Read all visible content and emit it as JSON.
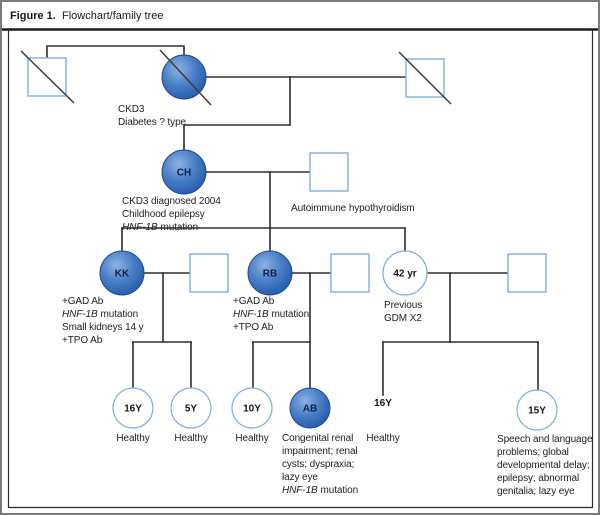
{
  "figure": {
    "label": "Figure 1.",
    "title": "Flowchart/family tree"
  },
  "colors": {
    "line": "#2e2e2e",
    "outline": "#7fafdd",
    "text": "#1f1f1f",
    "symbol_text": "#0e2050",
    "affected_light": "#8db2e2",
    "affected_mid": "#4a7fc6",
    "affected_edge": "#1f55a4",
    "affected_stroke": "#1c4c97"
  },
  "people": {
    "g1_mother": {
      "affected": true,
      "deceased": true,
      "notes": {
        "l1": "CKD3",
        "l2": "Diabetes ? type"
      }
    },
    "g1_father_left": {
      "deceased": true
    },
    "g1_father_right": {
      "deceased": true
    },
    "ch": {
      "initials": "CH",
      "affected": true,
      "notes": {
        "l1": "CKD3 diagnosed 2004",
        "l2": "Childhood epilepsy",
        "l3_gene": "HNF-1B",
        "l3_rest": "mutation"
      }
    },
    "ch_husband": {
      "notes": {
        "l1": "Autoimmune hypothyroidism"
      }
    },
    "kk": {
      "initials": "KK",
      "affected": true,
      "notes": {
        "l1": "+GAD Ab",
        "l2_gene": "HNF-1B",
        "l2_rest": "mutation",
        "l3": "Small kidneys 14 y",
        "l4": "+TPO Ab"
      }
    },
    "rb": {
      "initials": "RB",
      "affected": true,
      "notes": {
        "l1": "+GAD Ab",
        "l2_gene": "HNF-1B",
        "l2_rest": "mutation",
        "l3": "+TPO Ab"
      }
    },
    "sister42": {
      "initials": "42 yr",
      "notes": {
        "l1": "Previous",
        "l2": "GDM X2"
      }
    },
    "kk_d16": {
      "initials": "16Y",
      "notes": {
        "l1": "Healthy"
      }
    },
    "kk_d5": {
      "initials": "5Y",
      "notes": {
        "l1": "Healthy"
      }
    },
    "rb_d10": {
      "initials": "10Y",
      "notes": {
        "l1": "Healthy"
      }
    },
    "rb_ab": {
      "initials": "AB",
      "affected": true,
      "notes": {
        "l1": "Congenital renal",
        "l2": "impairment; renal",
        "l3": "cysts; dyspraxia;",
        "l4": "lazy eye",
        "l5_gene": "HNF-1B",
        "l5_rest": "mutation"
      }
    },
    "s42_c16": {
      "initials": "16Y",
      "notes": {
        "l1": "Healthy"
      }
    },
    "s42_d15": {
      "initials": "15Y",
      "notes": {
        "l1": "Speech and language",
        "l2": "problems; global",
        "l3": "developmental delay;",
        "l4": "epilepsy; abnormal",
        "l5": "genitalia; lazy eye"
      }
    }
  }
}
